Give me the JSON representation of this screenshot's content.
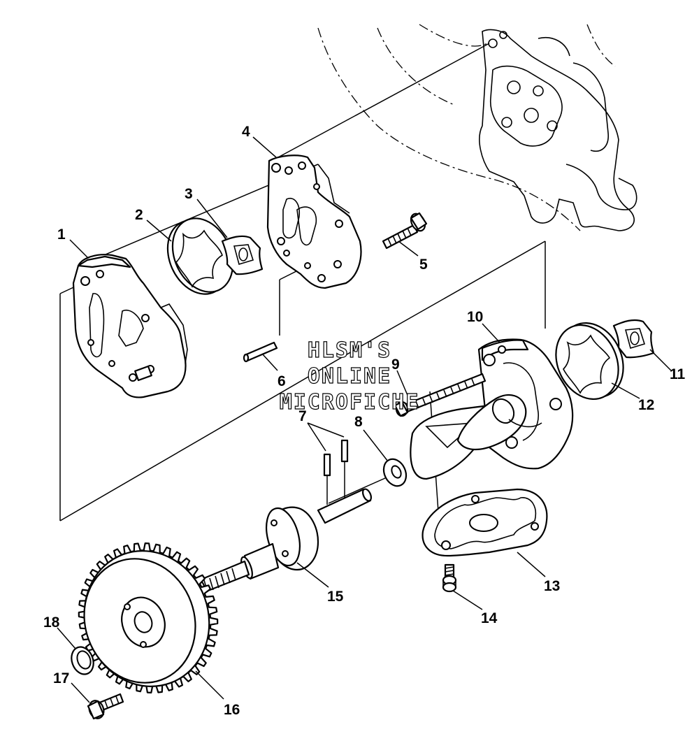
{
  "watermark": {
    "line1": "HLSM'S",
    "line2": "ONLINE",
    "line3": "MICROFICHE"
  },
  "callouts": [
    "1",
    "2",
    "3",
    "4",
    "5",
    "6",
    "7",
    "8",
    "9",
    "10",
    "11",
    "12",
    "13",
    "14",
    "15",
    "16",
    "17",
    "18"
  ]
}
